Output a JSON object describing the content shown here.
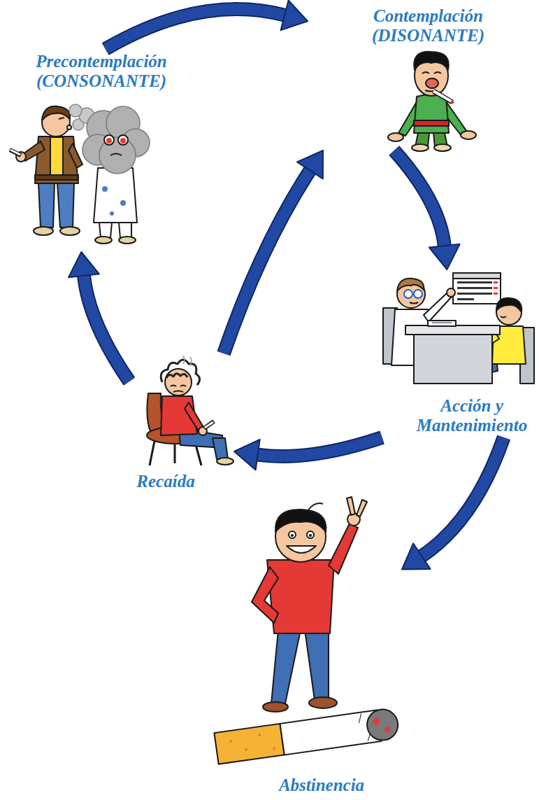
{
  "diagram": {
    "nodes": [
      {
        "text": [
          "Contemplación (DISONANTE)"
        ]
      },
      {
        "text": [
          "Precontemplación (CONSONANTE)"
        ]
      },
      {
        "text": [
          "Acción y Mantenimiento"
        ]
      },
      {
        "text": [
          "Recaída"
        ]
      },
      {
        "text": [
          "Abstinencia"
        ]
      }
    ],
    "edges": [
      {
        "from": 1,
        "to": 0,
        "arrow": "to"
      },
      {
        "from": 0,
        "to": 2,
        "arrow": "to"
      },
      {
        "from": 2,
        "to": 3,
        "arrow": "to"
      },
      {
        "from": 2,
        "to": 4,
        "arrow": "to"
      },
      {
        "from": 3,
        "to": 1,
        "arrow": "to"
      },
      {
        "from": 3,
        "to": 0,
        "arrow": "to"
      }
    ]
  }
}
